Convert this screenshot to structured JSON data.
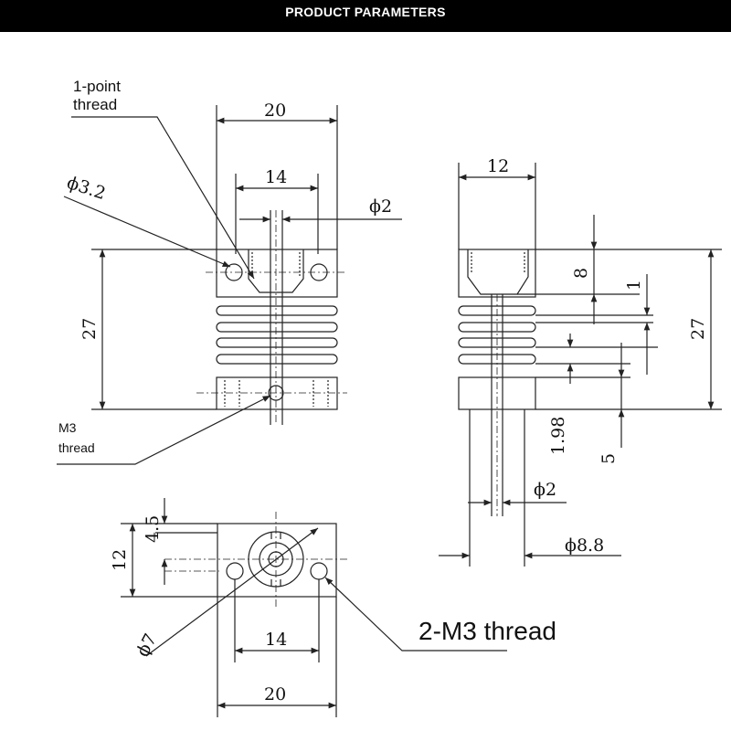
{
  "header": {
    "title": "PRODUCT PARAMETERS"
  },
  "colors": {
    "header_bg": "#000000",
    "header_text": "#ffffff",
    "line": "#222222"
  },
  "callouts": {
    "one_point_thread_line1": "1-point",
    "one_point_thread_line2": "thread",
    "m3_line1": "M3",
    "m3_line2": "thread",
    "two_m3_thread": "2-M3 thread"
  },
  "front_view": {
    "width": "20",
    "inner_width": "14",
    "bore": "ϕ2",
    "hole": "ϕ3.2",
    "height": "27"
  },
  "side_view": {
    "width": "12",
    "depth": "8",
    "fin_pitch": "1",
    "height": "27",
    "fin_gap": "1.98",
    "base": "5",
    "bore": "ϕ2",
    "outer": "ϕ8.8"
  },
  "bottom_view": {
    "offset": "4.5",
    "height": "12",
    "diameter": "ϕ7",
    "inner_width": "14",
    "width": "20"
  }
}
